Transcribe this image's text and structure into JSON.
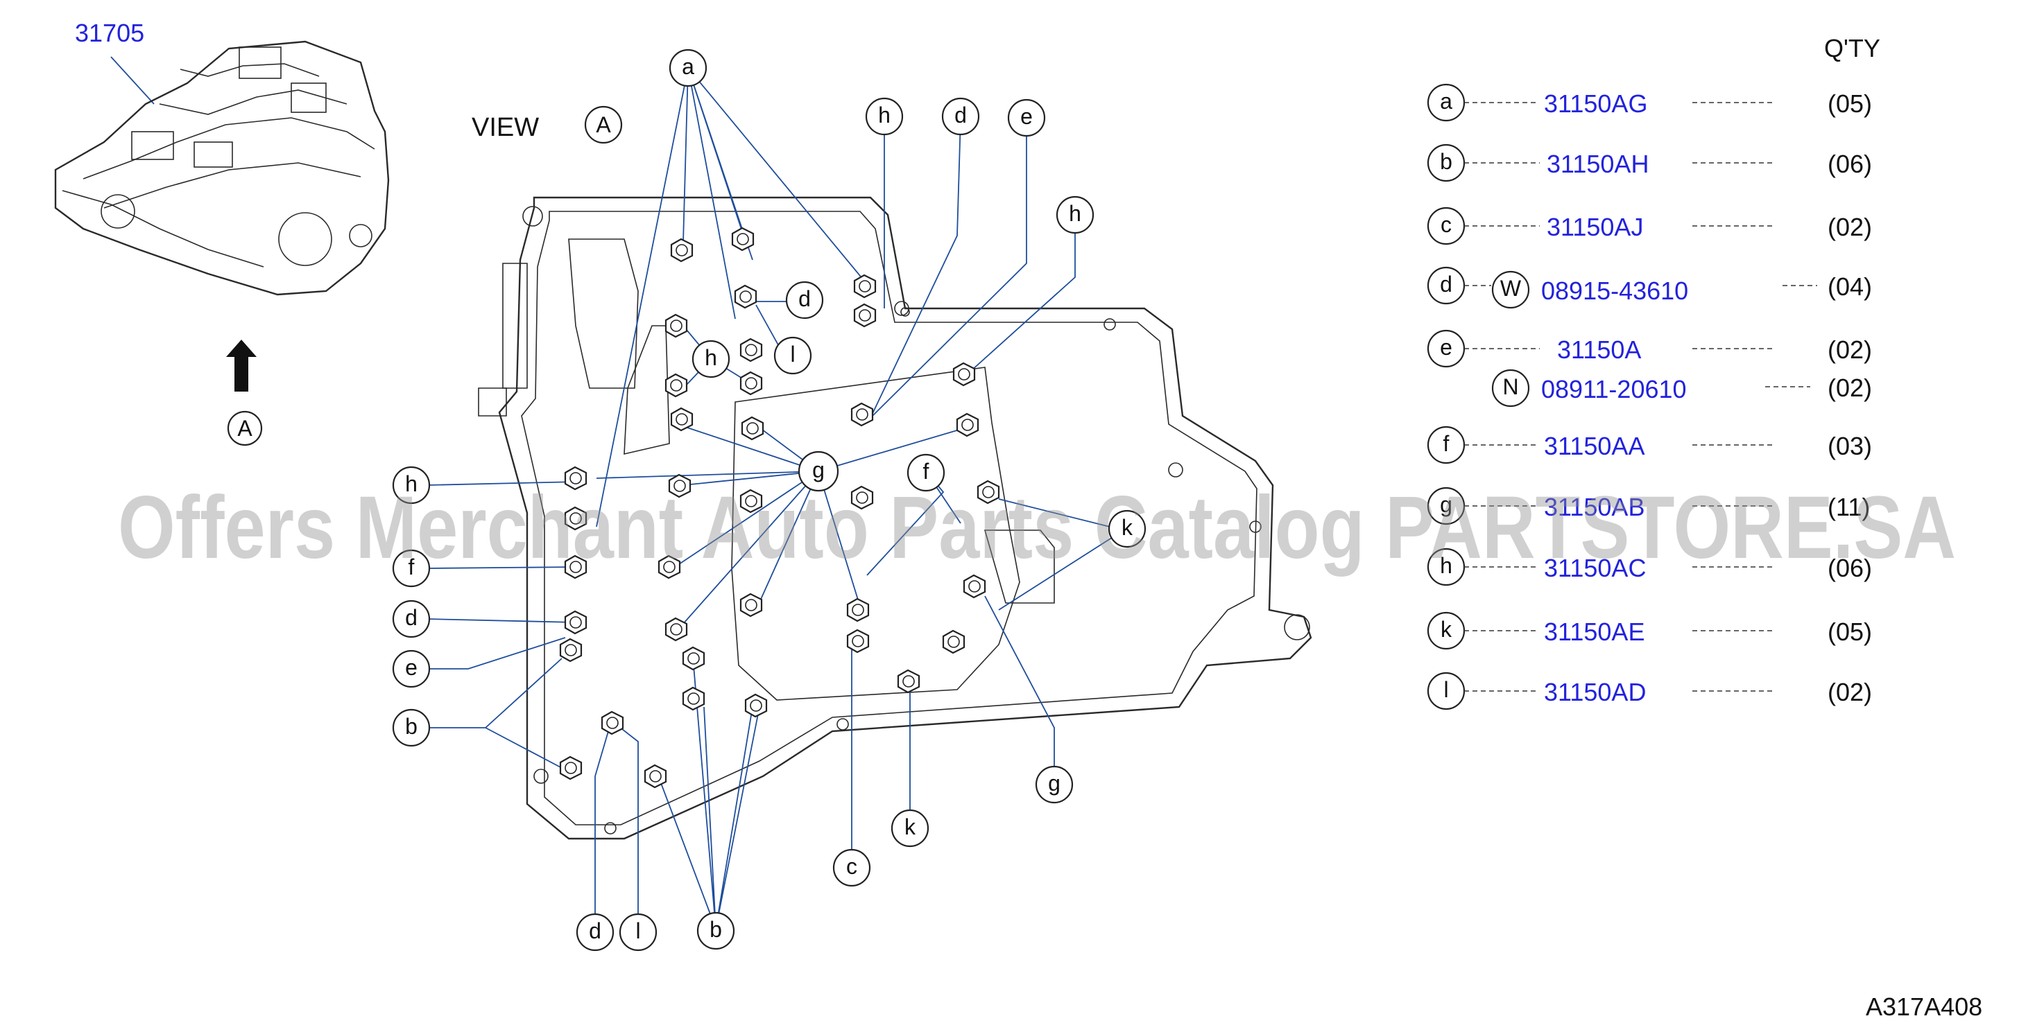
{
  "assembly_part_number": "31705",
  "view_label": "VIEW",
  "view_ref": "A",
  "arrow_ref": "A",
  "qty_header": "Q'TY",
  "diagram_code": "A317A408",
  "watermark": "Offers Merchant Auto Parts Catalog PARTSTORE.SA",
  "colors": {
    "link": "#2222dd",
    "leader": "#1f4e9c",
    "line": "#2a2a2a"
  },
  "legend": [
    {
      "ref": "a",
      "prefix": "",
      "part": "31150AG",
      "qty": "(05)"
    },
    {
      "ref": "b",
      "prefix": "",
      "part": "31150AH",
      "qty": "(06)"
    },
    {
      "ref": "c",
      "prefix": "",
      "part": "31150AJ",
      "qty": "(02)"
    },
    {
      "ref": "d",
      "prefix": "W",
      "part": "08915-43610",
      "qty": "(04)"
    },
    {
      "ref": "e",
      "prefix": "",
      "part": "31150A",
      "qty": "(02)"
    },
    {
      "ref": "",
      "prefix": "N",
      "part": "08911-20610",
      "qty": "(02)"
    },
    {
      "ref": "f",
      "prefix": "",
      "part": "31150AA",
      "qty": "(03)"
    },
    {
      "ref": "g",
      "prefix": "",
      "part": "31150AB",
      "qty": "(11)"
    },
    {
      "ref": "h",
      "prefix": "",
      "part": "31150AC",
      "qty": "(06)"
    },
    {
      "ref": "k",
      "prefix": "",
      "part": "31150AE",
      "qty": "(05)"
    },
    {
      "ref": "l",
      "prefix": "",
      "part": "31150AD",
      "qty": "(02)"
    }
  ],
  "callouts": [
    {
      "id": "a-top",
      "letter": "a"
    },
    {
      "id": "h-top1",
      "letter": "h"
    },
    {
      "id": "d-top",
      "letter": "d"
    },
    {
      "id": "e-top",
      "letter": "e"
    },
    {
      "id": "h-top2",
      "letter": "h"
    },
    {
      "id": "d-inner",
      "letter": "d"
    },
    {
      "id": "l-inner",
      "letter": "l"
    },
    {
      "id": "h-inner",
      "letter": "h"
    },
    {
      "id": "g-center",
      "letter": "g"
    },
    {
      "id": "f-inner",
      "letter": "f"
    },
    {
      "id": "k-right",
      "letter": "k"
    },
    {
      "id": "h-left",
      "letter": "h"
    },
    {
      "id": "f-left",
      "letter": "f"
    },
    {
      "id": "d-left",
      "letter": "d"
    },
    {
      "id": "e-left",
      "letter": "e"
    },
    {
      "id": "b-left",
      "letter": "b"
    },
    {
      "id": "d-bottom",
      "letter": "d"
    },
    {
      "id": "l-bottom",
      "letter": "l"
    },
    {
      "id": "b-bottom",
      "letter": "b"
    },
    {
      "id": "c-bottom",
      "letter": "c"
    },
    {
      "id": "k-bottom",
      "letter": "k"
    },
    {
      "id": "g-bottom",
      "letter": "g"
    }
  ]
}
